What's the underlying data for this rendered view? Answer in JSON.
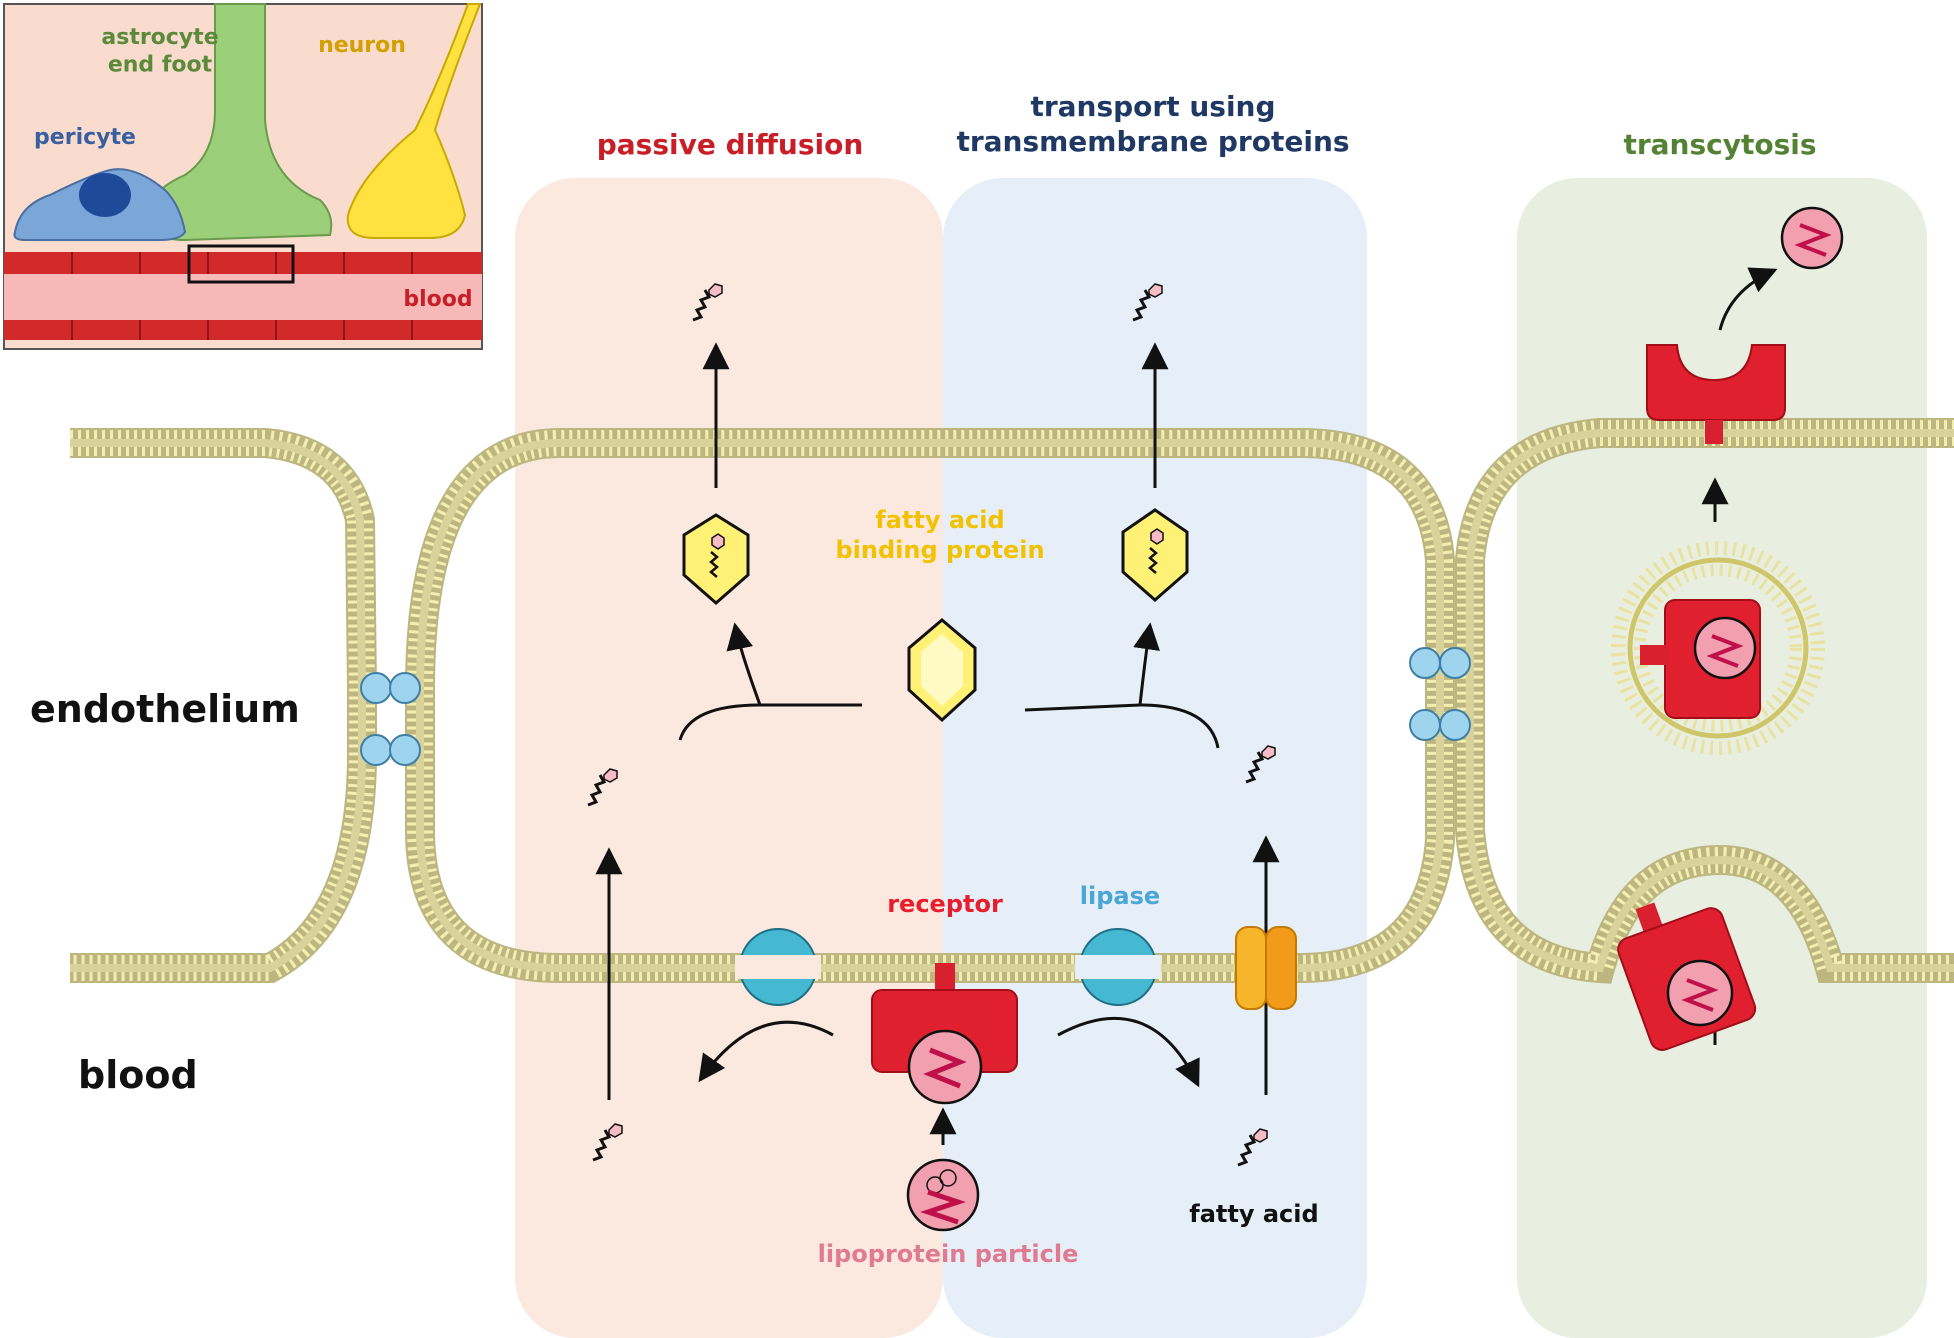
{
  "inset": {
    "astrocyte": "astrocyte\nend foot",
    "neuron": "neuron",
    "pericyte": "pericyte",
    "blood": "blood"
  },
  "panels": {
    "passive": "passive diffusion",
    "transport": "transport using\ntransmembrane proteins",
    "transcytosis": "transcytosis"
  },
  "side_labels": {
    "endothelium": "endothelium",
    "blood": "blood"
  },
  "labels": {
    "fabp": "fatty acid\nbinding protein",
    "receptor": "receptor",
    "lipase": "lipase",
    "fatty_acid": "fatty acid",
    "lipoprotein": "lipoprotein particle"
  },
  "colors": {
    "passive_title": "#c81e28",
    "transport_title": "#1f3864",
    "transcytosis_title": "#548235",
    "passive_bg": "#fbe9df",
    "transport_bg": "#e6eef8",
    "transcytosis_bg": "#e8efe0",
    "fabp_label": "#f2c200",
    "receptor_label": "#e81e2c",
    "lipase_label": "#4aa6d6",
    "lipoprotein_label": "#e07a90",
    "blood_vessel": "#d22a2a",
    "membrane_head": "#f3efb0"
  }
}
